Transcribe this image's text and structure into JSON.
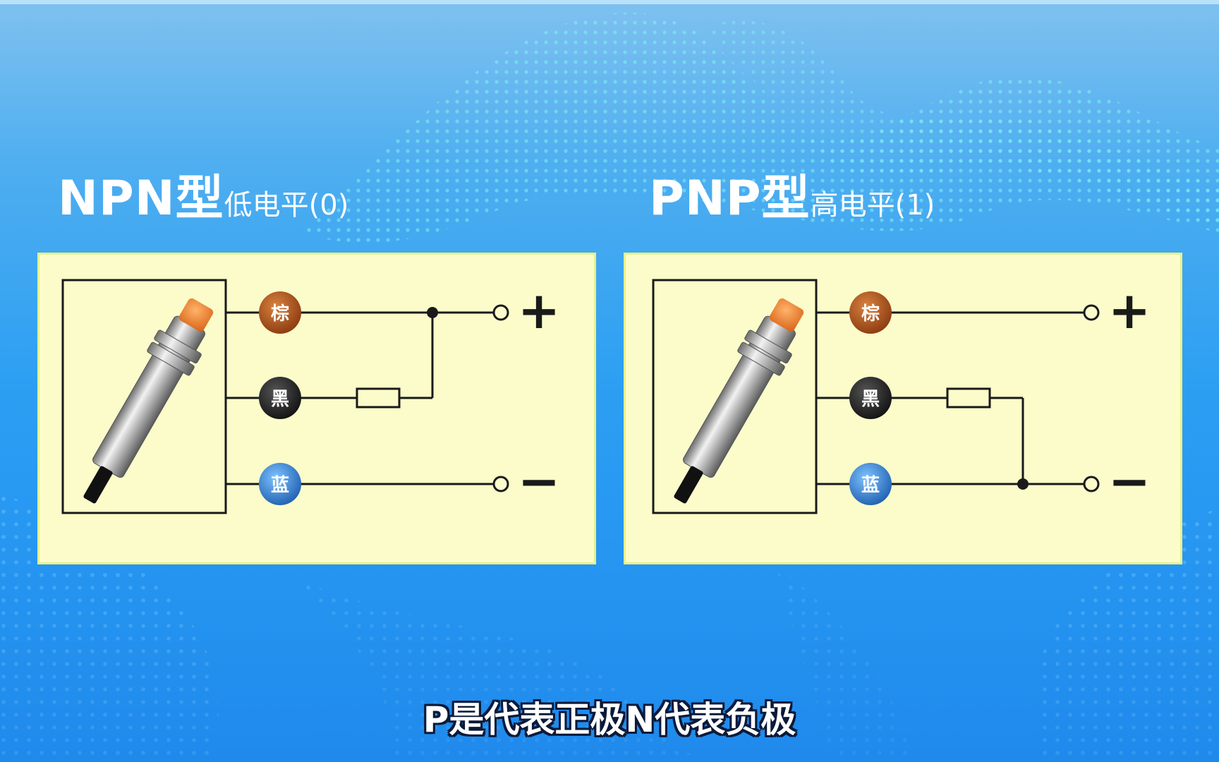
{
  "npn": {
    "title": "NPN型",
    "level": "低电平(0)",
    "wires": {
      "brown": "棕",
      "black": "黑",
      "blue": "蓝"
    },
    "terminals": {
      "positive": "+",
      "negative": "−"
    }
  },
  "pnp": {
    "title": "PNP型",
    "level": "高电平(1)",
    "wires": {
      "brown": "棕",
      "black": "黑",
      "blue": "蓝"
    },
    "terminals": {
      "positive": "+",
      "negative": "−"
    }
  },
  "subtitle": "P是代表正极N代表负极",
  "colors": {
    "panel_bg": "#fbfcca",
    "brown_wire": "#b4531b",
    "black_wire": "#2a2a2a",
    "blue_wire": "#2c80d6",
    "sensor_cap": "#f08a2c"
  }
}
